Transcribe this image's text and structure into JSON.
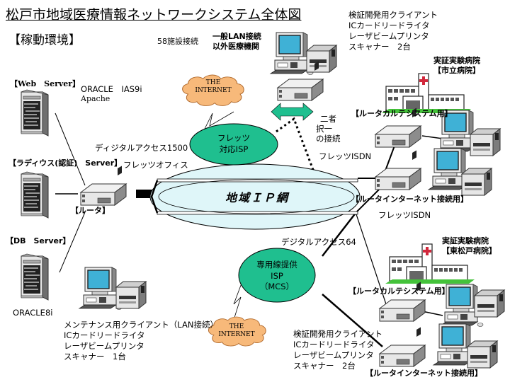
{
  "title": "松戸市地域医療情報ネットワークシステム全体図",
  "subtitle": "【稼動環境】",
  "top": {
    "facilities_count": "58施設接続",
    "general_lan": [
      "一般LAN接続",
      "以外医療機関"
    ],
    "client_top_right": [
      "検証開発用クライアント",
      "ICカードリードライタ",
      "レーザビームプリンタ",
      "スキャナー　2台"
    ]
  },
  "servers": {
    "web": {
      "label": "【Web　Server】",
      "software": [
        "ORACLE　IAS9i",
        "Apache"
      ]
    },
    "radius": {
      "label": "【ラディウス(認証)　Server】"
    },
    "db": {
      "label": "【DB　Server】",
      "software": "ORACLE8i"
    }
  },
  "router_center": {
    "label": "【ルータ】"
  },
  "connections": {
    "digital_access_1500": "ディジタルアクセス1500",
    "flets_office": "フレッツオフィス",
    "flets_isdn_1": "フレッツISDN",
    "flets_isdn_2": "フレッツISDN",
    "digital_access_64": "デジタルアクセス64",
    "either_or": [
      "二者",
      "択一",
      "の接続"
    ]
  },
  "clouds": {
    "internet_top": [
      "THE",
      "INTERNET"
    ],
    "internet_bottom": [
      "THE",
      "INTERNET"
    ]
  },
  "isps": {
    "flets_isp": [
      "フレッツ",
      "対応ISP"
    ],
    "dedicated_isp": [
      "専用線提供",
      "ISP",
      "（MCS）"
    ]
  },
  "regional_ip": "地域ＩＰ網",
  "hospitals": {
    "city": {
      "line1": "実証実験病院",
      "line2": "【市立病院】",
      "router_ekarte": "【ルータカルテシステム用】",
      "router_internet": "【ルータインターネット接続用】"
    },
    "east": {
      "line1": "実証実験病院",
      "line2": "【東松戸病院】",
      "router_ekarte": "【ルータカルテシステム用】",
      "router_internet": "【ルータインターネット接続用】"
    }
  },
  "maintenance_client": [
    "メンテナンス用クライアント（LAN接続）",
    "ICカードリードライタ",
    "レーザビームプリンタ",
    "スキャナー　1台"
  ],
  "client_bottom_right": [
    "検証開発用クライアント",
    "ICカードリードライタ",
    "レーザビームプリンタ",
    "スキャナー　2台"
  ],
  "colors": {
    "isp_fill": "#1fbf8f",
    "ip_net_fill": "#dff6f9",
    "cloud_fill": "#f7b97a",
    "monitor_screen": "#3fb1d6",
    "arrow_fill": "#1fbf8f",
    "hospital_cross": "#d2283c",
    "grass": "#44c23a"
  }
}
